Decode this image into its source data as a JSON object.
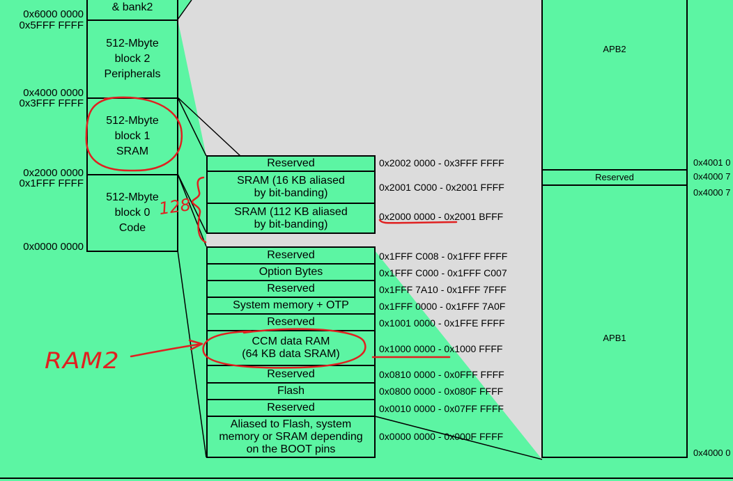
{
  "left_column": {
    "blocks": [
      {
        "lines": [
          "& bank2"
        ]
      },
      {
        "lines": [
          "512-Mbyte",
          "block 2",
          "Peripherals"
        ]
      },
      {
        "lines": [
          "512-Mbyte",
          "block 1",
          "SRAM"
        ]
      },
      {
        "lines": [
          "512-Mbyte",
          "block 0",
          "Code"
        ]
      }
    ],
    "addresses": [
      "0x6000 0000",
      "0x5FFF FFFF",
      "0x4000 0000",
      "0x3FFF FFFF",
      "0x2000 0000",
      "0x1FFF FFFF",
      "0x0000 0000"
    ]
  },
  "sram_region": [
    {
      "lines": [
        "Reserved"
      ],
      "range": "0x2002 0000 - 0x3FFF FFFF"
    },
    {
      "lines": [
        "SRAM (16 KB aliased",
        "by bit-banding)"
      ],
      "range": "0x2001 C000 - 0x2001 FFFF"
    },
    {
      "lines": [
        "SRAM (112 KB aliased",
        "by bit-banding)"
      ],
      "range": "0x2000 0000 - 0x2001 BFFF"
    }
  ],
  "code_region": [
    {
      "lines": [
        "Reserved"
      ],
      "range": "0x1FFF C008 - 0x1FFF FFFF"
    },
    {
      "lines": [
        "Option Bytes"
      ],
      "range": "0x1FFF C000 - 0x1FFF C007"
    },
    {
      "lines": [
        "Reserved"
      ],
      "range": "0x1FFF 7A10 - 0x1FFF 7FFF"
    },
    {
      "lines": [
        "System memory + OTP"
      ],
      "range": "0x1FFF 0000 - 0x1FFF 7A0F"
    },
    {
      "lines": [
        "Reserved"
      ],
      "range": "0x1001 0000 - 0x1FFE FFFF"
    },
    {
      "lines": [
        "CCM data RAM",
        "(64 KB data SRAM)"
      ],
      "range": "0x1000 0000 - 0x1000 FFFF"
    },
    {
      "lines": [
        "Reserved"
      ],
      "range": "0x0810 0000 - 0x0FFF FFFF"
    },
    {
      "lines": [
        "Flash"
      ],
      "range": "0x0800 0000 - 0x080F FFFF"
    },
    {
      "lines": [
        "Reserved"
      ],
      "range": "0x0010 0000 - 0x07FF FFFF"
    },
    {
      "lines": [
        "Aliased to Flash, system",
        "memory or SRAM depending",
        "on the BOOT pins"
      ],
      "range": "0x0000 0000 - 0x000F FFFF"
    }
  ],
  "peripheral_column": {
    "labels": [
      "APB2",
      "Reserved",
      "APB1"
    ],
    "addresses": [
      "0x4001 0",
      "0x4000 7",
      "0x4000 7",
      "0x4000 0"
    ]
  },
  "annotations": {
    "handwritten_ram2": "RAM2",
    "handwritten_128": "128",
    "color": "#e02020"
  },
  "colors": {
    "background": "#5cf5a3",
    "zoom_fill": "#dcdcdc",
    "annotation": "#e02020"
  }
}
